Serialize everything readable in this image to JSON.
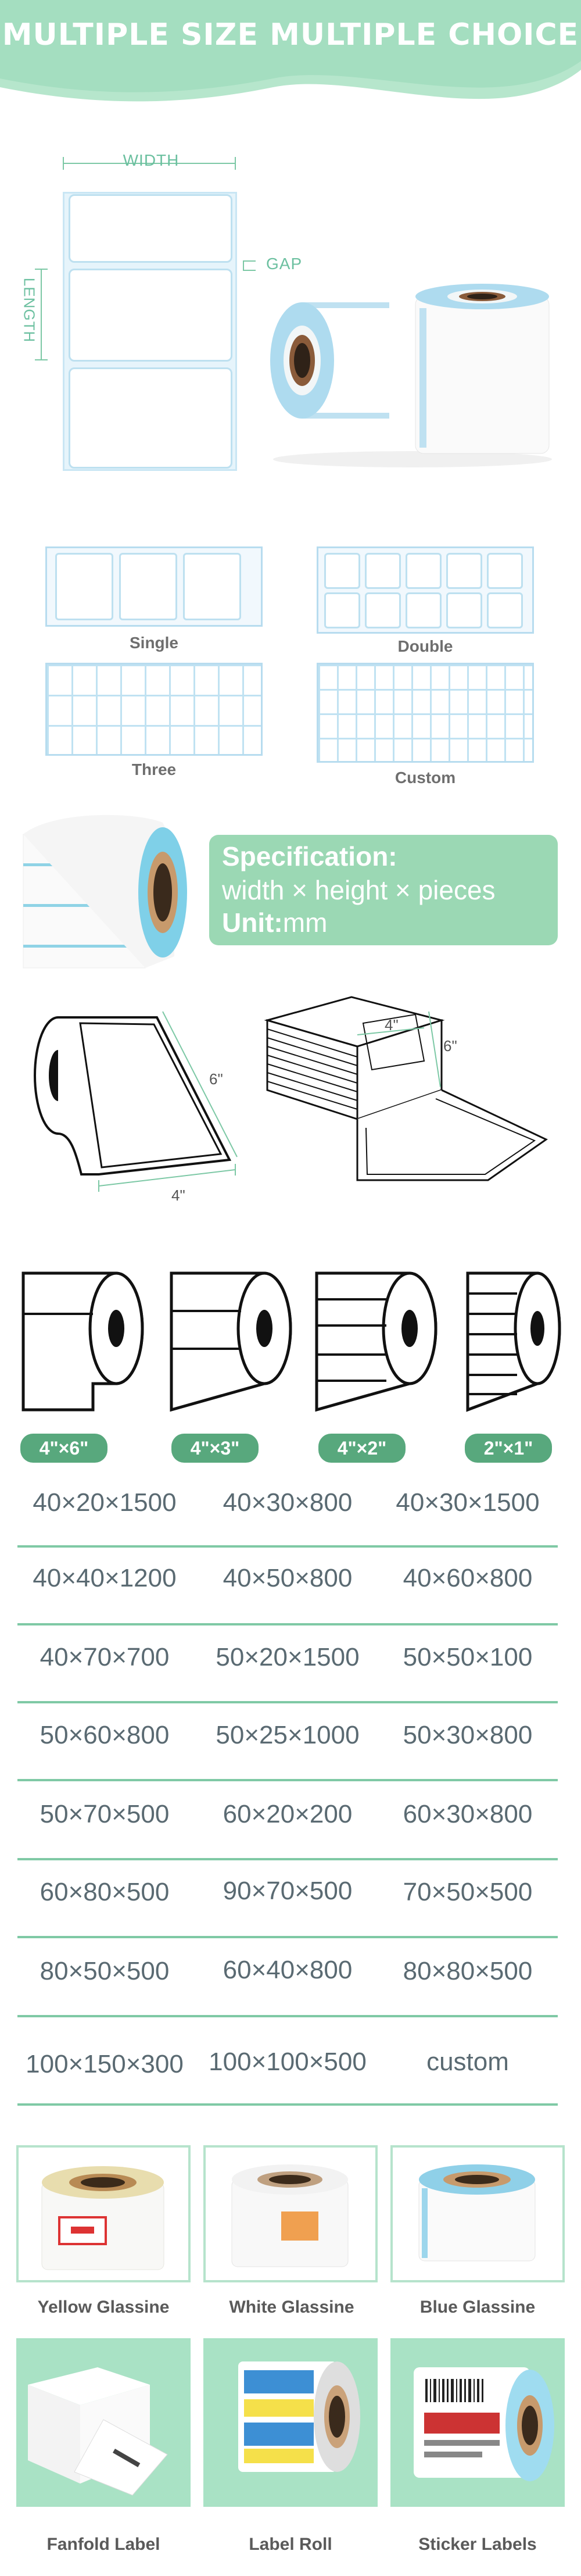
{
  "header": {
    "title": "MULTIPLE SIZE MULTIPLE CHOICE"
  },
  "diagram": {
    "width_label": "WIDTH",
    "length_label": "LENGTH",
    "gap_label": "GAP"
  },
  "layouts": [
    {
      "label": "Single"
    },
    {
      "label": "Double"
    },
    {
      "label": "Three"
    },
    {
      "label": "Custom"
    }
  ],
  "spec": {
    "title": "Specification:",
    "formula": "width × height × pieces",
    "unit_label": "Unit:",
    "unit_value": "mm"
  },
  "size_diagram": {
    "dim_6": "6\"",
    "dim_4": "4\""
  },
  "size_pills": [
    "4\"×6\"",
    "4\"×3\"",
    "4\"×2\"",
    "2\"×1\""
  ],
  "size_rows": [
    [
      "40×20×1500",
      "40×30×800",
      "40×30×1500"
    ],
    [
      "40×40×1200",
      "40×50×800",
      "40×60×800"
    ],
    [
      "40×70×700",
      "50×20×1500",
      "50×50×100"
    ],
    [
      "50×60×800",
      "50×25×1000",
      "50×30×800"
    ],
    [
      "50×70×500",
      "60×20×200",
      "60×30×800"
    ],
    [
      "60×80×500",
      "90×70×500",
      "70×50×500"
    ],
    [
      "80×50×500",
      "60×40×800",
      "80×80×500"
    ],
    [
      "100×150×300",
      "100×100×500",
      "custom"
    ]
  ],
  "products": [
    {
      "label": "Yellow Glassine"
    },
    {
      "label": "White Glassine"
    },
    {
      "label": "Blue Glassine"
    },
    {
      "label": "Fanfold Label"
    },
    {
      "label": "Label Roll"
    },
    {
      "label": "Sticker Labels"
    }
  ],
  "colors": {
    "header_green": "#a9e2c5",
    "accent_green": "#58a87d",
    "label_blue": "#bde0f0"
  }
}
